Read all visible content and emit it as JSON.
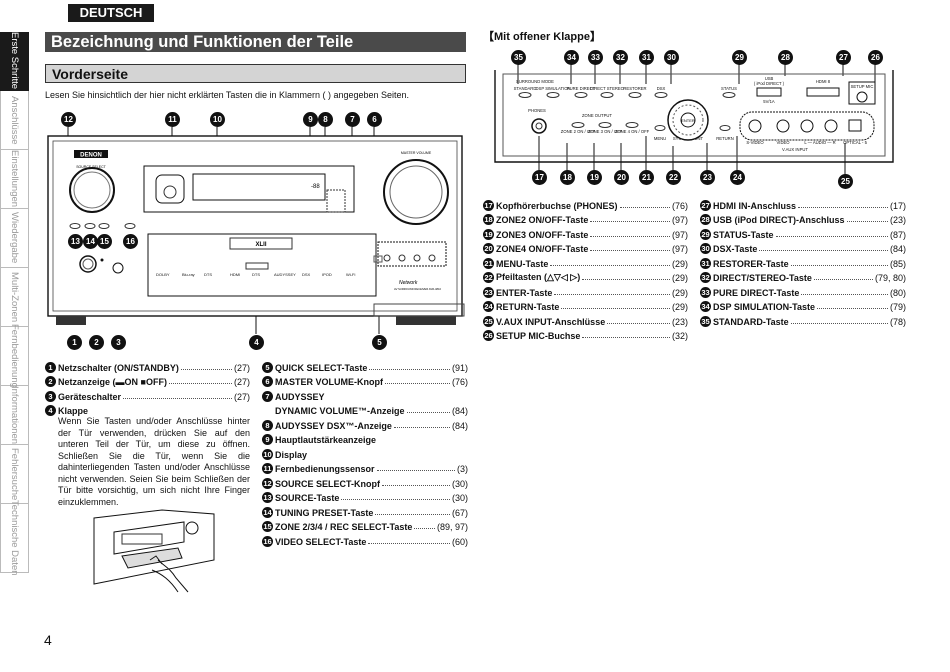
{
  "header": {
    "language": "DEUTSCH"
  },
  "sidebar": {
    "tabs": [
      {
        "label": "Erste Schritte",
        "active": true
      },
      {
        "label": "Anschlüsse"
      },
      {
        "label": "Einstellungen"
      },
      {
        "label": "Wiedergabe"
      },
      {
        "label": "Multi-Zonen"
      },
      {
        "label": "Fernbedienung"
      },
      {
        "label": "Informationen"
      },
      {
        "label": "Fehlersuche"
      },
      {
        "label": "Technische Daten"
      }
    ]
  },
  "page": {
    "title": "Bezeichnung und Funktionen der Teile",
    "section": "Vorderseite",
    "intro": "Lesen Sie hinsichtlich der hier nicht erklärten Tasten die in Klammern ( ) angegeben Seiten.",
    "right_title": "【Mit offener Klappe】",
    "page_number": "4"
  },
  "front_panel": {
    "brand": "DENON",
    "source_select": "SOURCE SELECT",
    "master_volume": "MASTER VOLUME",
    "network": "Network",
    "model": "AV SURROUND RECEIVER AVR-4810"
  },
  "open_panel": {
    "labels": {
      "standard": "STANDARD",
      "dsp_simulation": "DSP SIMULATION",
      "pure_direct": "PURE DIRECT",
      "direct_stereo": "DIRECT STEREO",
      "restorer": "RESTORER",
      "dsx": "DSX",
      "status": "STATUS",
      "usb": "USB",
      "usb_sub": "( iPod DIRECT )",
      "hdmi": "HDMI 8",
      "setup_mic": "SETUP MIC",
      "phones": "PHONES",
      "zone_output": "ZONE OUTPUT",
      "zone2": "ZONE 2 ON / OFF",
      "zone3": "ZONE 3 ON / OFF",
      "zone4": "ZONE 4 ON / OFF",
      "menu": "MENU",
      "enter": "ENTER",
      "system_cont": "SYSTEM CONT",
      "return": "RETURN",
      "s_video": "S-VIDEO",
      "video": "VIDEO",
      "audio": "L — AUDIO — R",
      "optical": "OPTICAL - 5",
      "vaux": "V.AUX INPUT",
      "surround_mode": "SURROUND MODE",
      "5v": "5V/1A"
    }
  },
  "parts_left": [
    {
      "n": "1",
      "label": "Netzschalter (ON/STANDBY)",
      "page": "(27)"
    },
    {
      "n": "2",
      "label": "Netzanzeige (▬ON ■OFF)",
      "page": "(27)"
    },
    {
      "n": "3",
      "label": "Geräteschalter",
      "page": "(27)"
    },
    {
      "n": "4",
      "label": "Klappe",
      "page": ""
    }
  ],
  "klappe_text": "Wenn Sie Tasten und/oder Anschlüsse hinter der Tür verwenden, drücken Sie auf den unteren Teil der Tür, um diese zu öffnen. Schließen Sie die Tür, wenn Sie die dahinterliegenden Tasten und/oder Anschlüsse nicht verwenden. Seien Sie beim Schließen der Tür bitte vorsichtig, um sich nicht Ihre Finger einzuklemmen.",
  "parts_mid": [
    {
      "n": "5",
      "label": "QUICK SELECT-Taste",
      "page": "(91)"
    },
    {
      "n": "6",
      "label": "MASTER VOLUME-Knopf",
      "page": "(76)"
    },
    {
      "n": "7",
      "label": "AUDYSSEY",
      "page": ""
    },
    {
      "n": "",
      "label": "DYNAMIC VOLUME™-Anzeige",
      "page": "(84)"
    },
    {
      "n": "8",
      "label": "AUDYSSEY DSX™-Anzeige",
      "page": "(84)"
    },
    {
      "n": "9",
      "label": "Hauptlautstärkeanzeige",
      "page": ""
    },
    {
      "n": "10",
      "label": "Display",
      "page": ""
    },
    {
      "n": "11",
      "label": "Fernbedienungssensor",
      "page": "(3)"
    },
    {
      "n": "12",
      "label": "SOURCE SELECT-Knopf",
      "page": "(30)"
    },
    {
      "n": "13",
      "label": "SOURCE-Taste",
      "page": "(30)"
    },
    {
      "n": "14",
      "label": "TUNING PRESET-Taste",
      "page": "(67)"
    },
    {
      "n": "15",
      "label": "ZONE 2/3/4 / REC SELECT-Taste",
      "page": "(89, 97)"
    },
    {
      "n": "16",
      "label": "VIDEO SELECT-Taste",
      "page": "(60)"
    }
  ],
  "parts_right1": [
    {
      "n": "17",
      "label": "Kopfhörerbuchse (PHONES)",
      "page": "(76)"
    },
    {
      "n": "18",
      "label": "ZONE2 ON/OFF-Taste",
      "page": "(97)"
    },
    {
      "n": "19",
      "label": "ZONE3 ON/OFF-Taste",
      "page": "(97)"
    },
    {
      "n": "20",
      "label": "ZONE4 ON/OFF-Taste",
      "page": "(97)"
    },
    {
      "n": "21",
      "label": "MENU-Taste",
      "page": "(29)"
    },
    {
      "n": "22",
      "label": "Pfeiltasten (△▽◁ ▷)",
      "page": "(29)"
    },
    {
      "n": "23",
      "label": "ENTER-Taste",
      "page": "(29)"
    },
    {
      "n": "24",
      "label": "RETURN-Taste",
      "page": "(29)"
    },
    {
      "n": "25",
      "label": "V.AUX INPUT-Anschlüsse",
      "page": "(23)"
    },
    {
      "n": "26",
      "label": "SETUP MIC-Buchse",
      "page": "(32)"
    }
  ],
  "parts_right2": [
    {
      "n": "27",
      "label": "HDMI IN-Anschluss",
      "page": "(17)"
    },
    {
      "n": "28",
      "label": "USB (iPod DIRECT)-Anschluss",
      "page": "(23)"
    },
    {
      "n": "29",
      "label": "STATUS-Taste",
      "page": "(87)"
    },
    {
      "n": "30",
      "label": "DSX-Taste",
      "page": "(84)"
    },
    {
      "n": "31",
      "label": "RESTORER-Taste",
      "page": "(85)"
    },
    {
      "n": "32",
      "label": "DIRECT/STEREO-Taste",
      "page": "(79, 80)"
    },
    {
      "n": "33",
      "label": "PURE DIRECT-Taste",
      "page": "(80)"
    },
    {
      "n": "34",
      "label": "DSP SIMULATION-Taste",
      "page": "(79)"
    },
    {
      "n": "35",
      "label": "STANDARD-Taste",
      "page": "(78)"
    }
  ]
}
